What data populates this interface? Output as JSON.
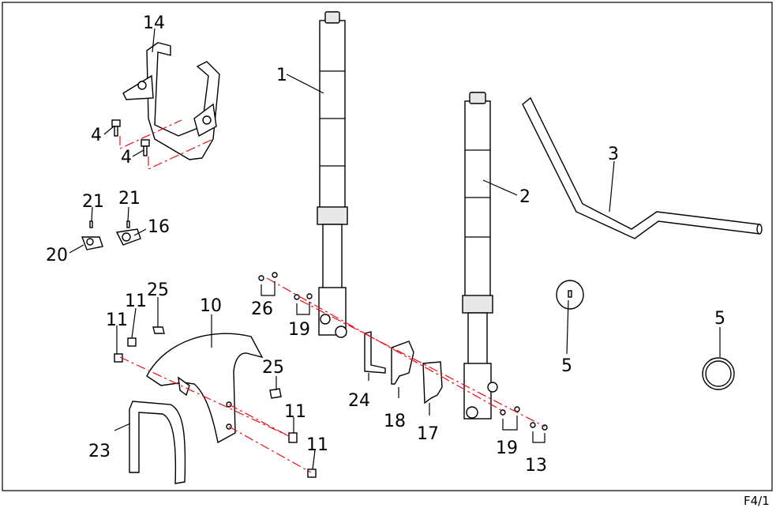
{
  "page_code": "F4/1",
  "callouts": {
    "c1": "1",
    "c2": "2",
    "c3": "3",
    "c4a": "4",
    "c4b": "4",
    "c5a": "5",
    "c5b": "5",
    "c10": "10",
    "c11a": "11",
    "c11b": "11",
    "c11c": "11",
    "c11d": "11",
    "c13": "13",
    "c14": "14",
    "c16": "16",
    "c17": "17",
    "c18": "18",
    "c19a": "19",
    "c19b": "19",
    "c20": "20",
    "c21a": "21",
    "c21b": "21",
    "c23": "23",
    "c24": "24",
    "c25a": "25",
    "c25b": "25",
    "c26": "26"
  }
}
